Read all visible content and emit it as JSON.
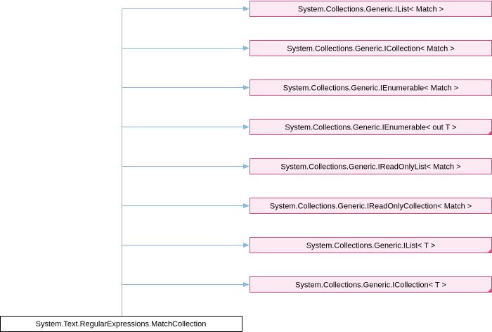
{
  "diagram": {
    "class_name": "System.Text.RegularExpressions.MatchCollection",
    "interfaces": [
      {
        "label": "System.Collections.Generic.IList< Match >",
        "template_instance": false
      },
      {
        "label": "System.Collections.Generic.ICollection< Match >",
        "template_instance": false
      },
      {
        "label": "System.Collections.Generic.IEnumerable< Match >",
        "template_instance": false
      },
      {
        "label": "System.Collections.Generic.IEnumerable< out T >",
        "template_instance": true
      },
      {
        "label": "System.Collections.Generic.IReadOnlyList< Match >",
        "template_instance": false
      },
      {
        "label": "System.Collections.Generic.IReadOnlyCollection< Match >",
        "template_instance": false
      },
      {
        "label": "System.Collections.Generic.IList< T >",
        "template_instance": true
      },
      {
        "label": "System.Collections.Generic.ICollection< T >",
        "template_instance": true
      }
    ],
    "colors": {
      "interface_fill": "#fde9f1",
      "interface_border": "#e2477f",
      "edge": "#8cb8dc",
      "class_border": "#000000"
    }
  }
}
